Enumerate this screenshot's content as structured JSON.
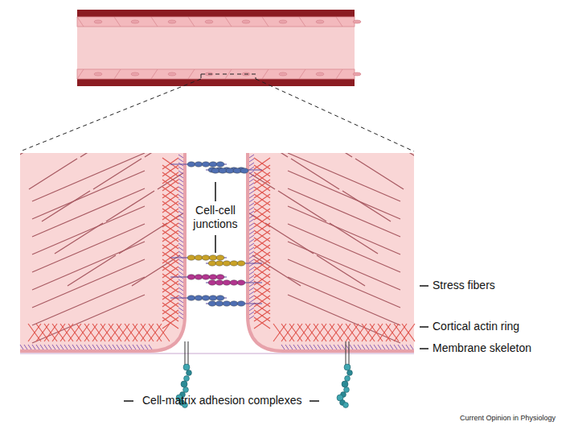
{
  "diagram": {
    "labels": [
      "Cell-cell junctions",
      "Stress fibers",
      "Cortical actin ring",
      "Membrane skeleton",
      "Cell-matrix adhesion complexes",
      "Current Opinion in Physiology"
    ]
  }
}
